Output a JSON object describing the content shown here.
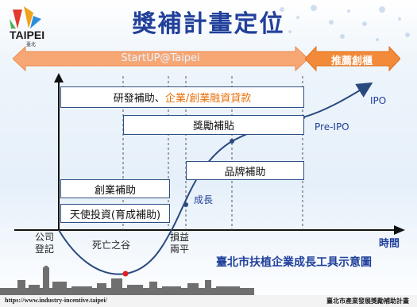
{
  "title": "獎補計畫定位",
  "logo": {
    "text": "TAIPEI",
    "sub": "臺北"
  },
  "phases": {
    "startup": "StartUP@Taipei",
    "recommend": "推薦創櫃"
  },
  "programs": {
    "rd_prefix": "研發補助、",
    "rd_highlight": "企業/創業融資貸款",
    "reward": "獎勵補貼",
    "brand": "品牌補助",
    "startup": "創業補助",
    "angel": "天使投資(育成補助)"
  },
  "stages": {
    "founding": "公司\n登記",
    "valley": "死亡之谷",
    "breakeven": "損益\n兩平",
    "growth": "成長",
    "preipo": "Pre-IPO",
    "ipo": "IPO"
  },
  "axis": {
    "x_label": "時間"
  },
  "caption": "臺北市扶植企業成長工具示意圖",
  "footer": {
    "url": "https://www.industry-incentive.taipei/",
    "right": "臺北市產業發展獎勵補助計畫"
  },
  "colors": {
    "title": "#21409a",
    "band": "#f5a56e",
    "band_dark": "#f08a3c",
    "box_border": "#2e4f83",
    "curve": "#2a4a7f",
    "orange_text": "#e8710a"
  }
}
